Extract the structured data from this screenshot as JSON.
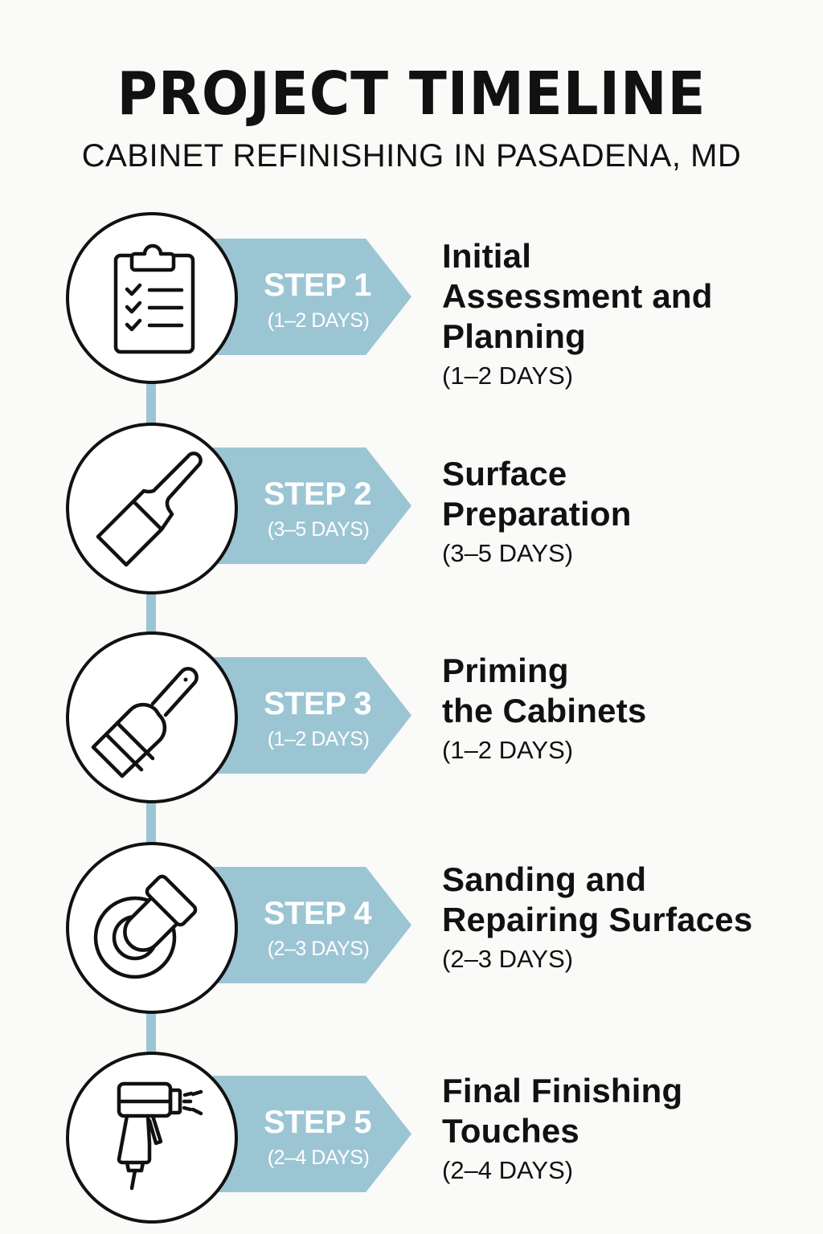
{
  "header": {
    "title": "PROJECT TIMELINE",
    "subtitle": "CABINET REFINISHING IN PASADENA, MD"
  },
  "colors": {
    "accent": "#9CC5D4",
    "background": "#FAFAF8",
    "text": "#111111",
    "arrow_text": "#FFFFFF"
  },
  "steps": [
    {
      "label": "STEP 1",
      "duration": "(1–2 DAYS)",
      "title": "Initial Assessment and Planning",
      "title_lines": [
        "Initial",
        "Assessment and",
        "Planning"
      ],
      "detail_duration": "(1–2 DAYS)",
      "icon": "clipboard-checklist-icon"
    },
    {
      "label": "STEP 2",
      "duration": "(3–5 DAYS)",
      "title": "Surface Preparation",
      "title_lines": [
        "Surface",
        "Preparation"
      ],
      "detail_duration": "(3–5 DAYS)",
      "icon": "paintbrush-icon"
    },
    {
      "label": "STEP 3",
      "duration": "(1–2 DAYS)",
      "title": "Priming the Cabinets",
      "title_lines": [
        "Priming",
        "the Cabinets"
      ],
      "detail_duration": "(1–2 DAYS)",
      "icon": "wide-brush-icon"
    },
    {
      "label": "STEP 4",
      "duration": "(2–3 DAYS)",
      "title": "Sanding and Repairing Surfaces",
      "title_lines": [
        "Sanding and",
        "Repairing Surfaces"
      ],
      "detail_duration": "(2–3 DAYS)",
      "icon": "sander-icon"
    },
    {
      "label": "STEP 5",
      "duration": "(2–4 DAYS)",
      "title": "Final Finishing Touches",
      "title_lines": [
        "Final Finishing",
        "Touches"
      ],
      "detail_duration": "(2–4 DAYS)",
      "icon": "spray-gun-icon"
    }
  ]
}
